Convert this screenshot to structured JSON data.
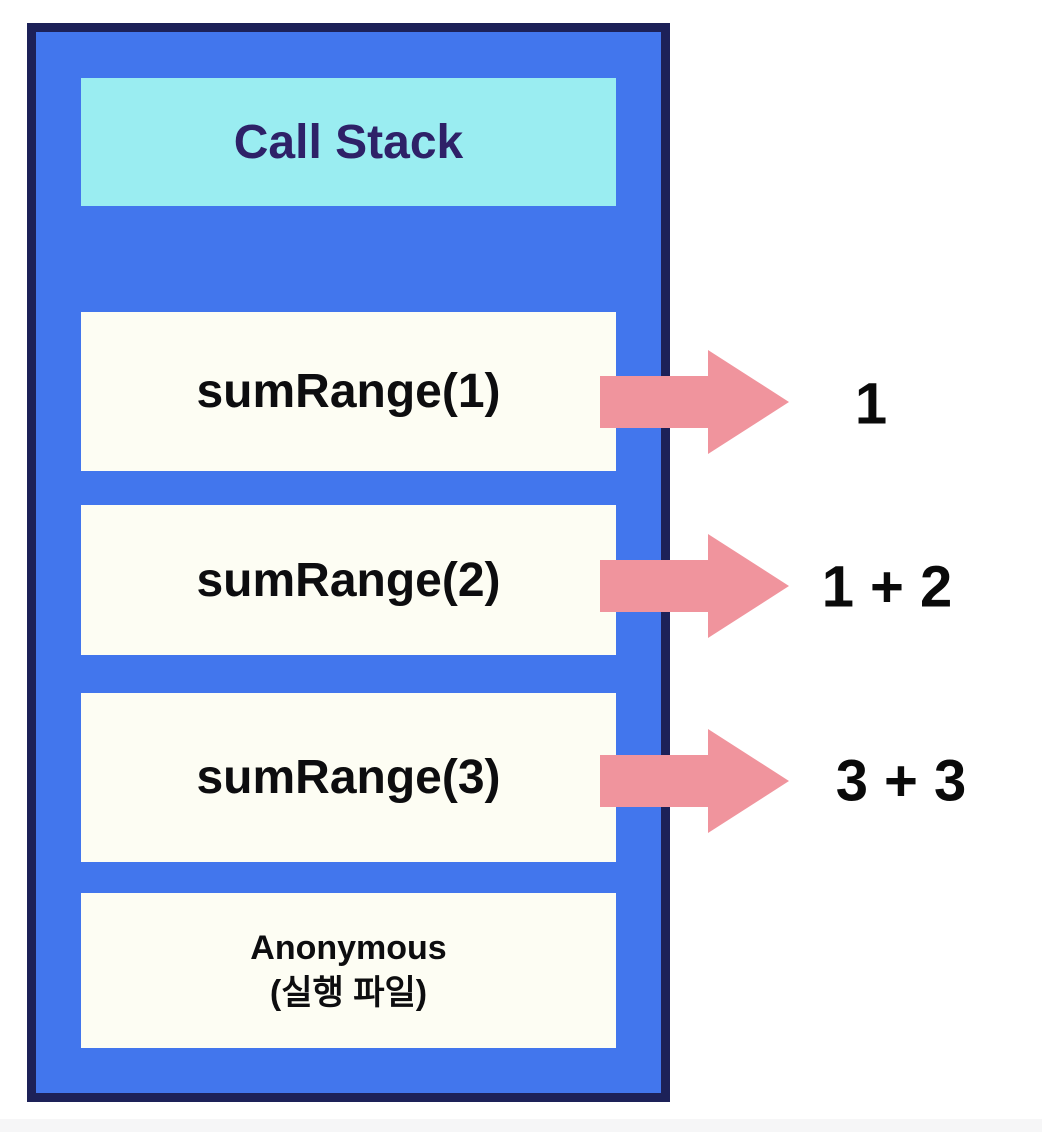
{
  "diagram": {
    "header": {
      "title": "Call Stack"
    },
    "frames": [
      {
        "label": "sumRange(1)",
        "return_value": "1"
      },
      {
        "label": "sumRange(2)",
        "return_value": "1 + 2"
      },
      {
        "label": "sumRange(3)",
        "return_value": "3 + 3"
      },
      {
        "label": "Anonymous",
        "sublabel": "(실행 파일)",
        "return_value": null
      }
    ],
    "icons": [
      {
        "name": "right-arrow-icon",
        "meaning": "return value flowing out of stack frame"
      }
    ],
    "colors": {
      "border": "#1d2158",
      "container": "#4276ed",
      "header_bg": "#9aedf1",
      "header_text": "#2e2168",
      "frame_bg": "#fdfdf3",
      "frame_text": "#0d0d0f",
      "arrow": "#f0949d",
      "label_text": "#0a0a0a",
      "page_bottom_strip": "#f6f6f7"
    }
  }
}
